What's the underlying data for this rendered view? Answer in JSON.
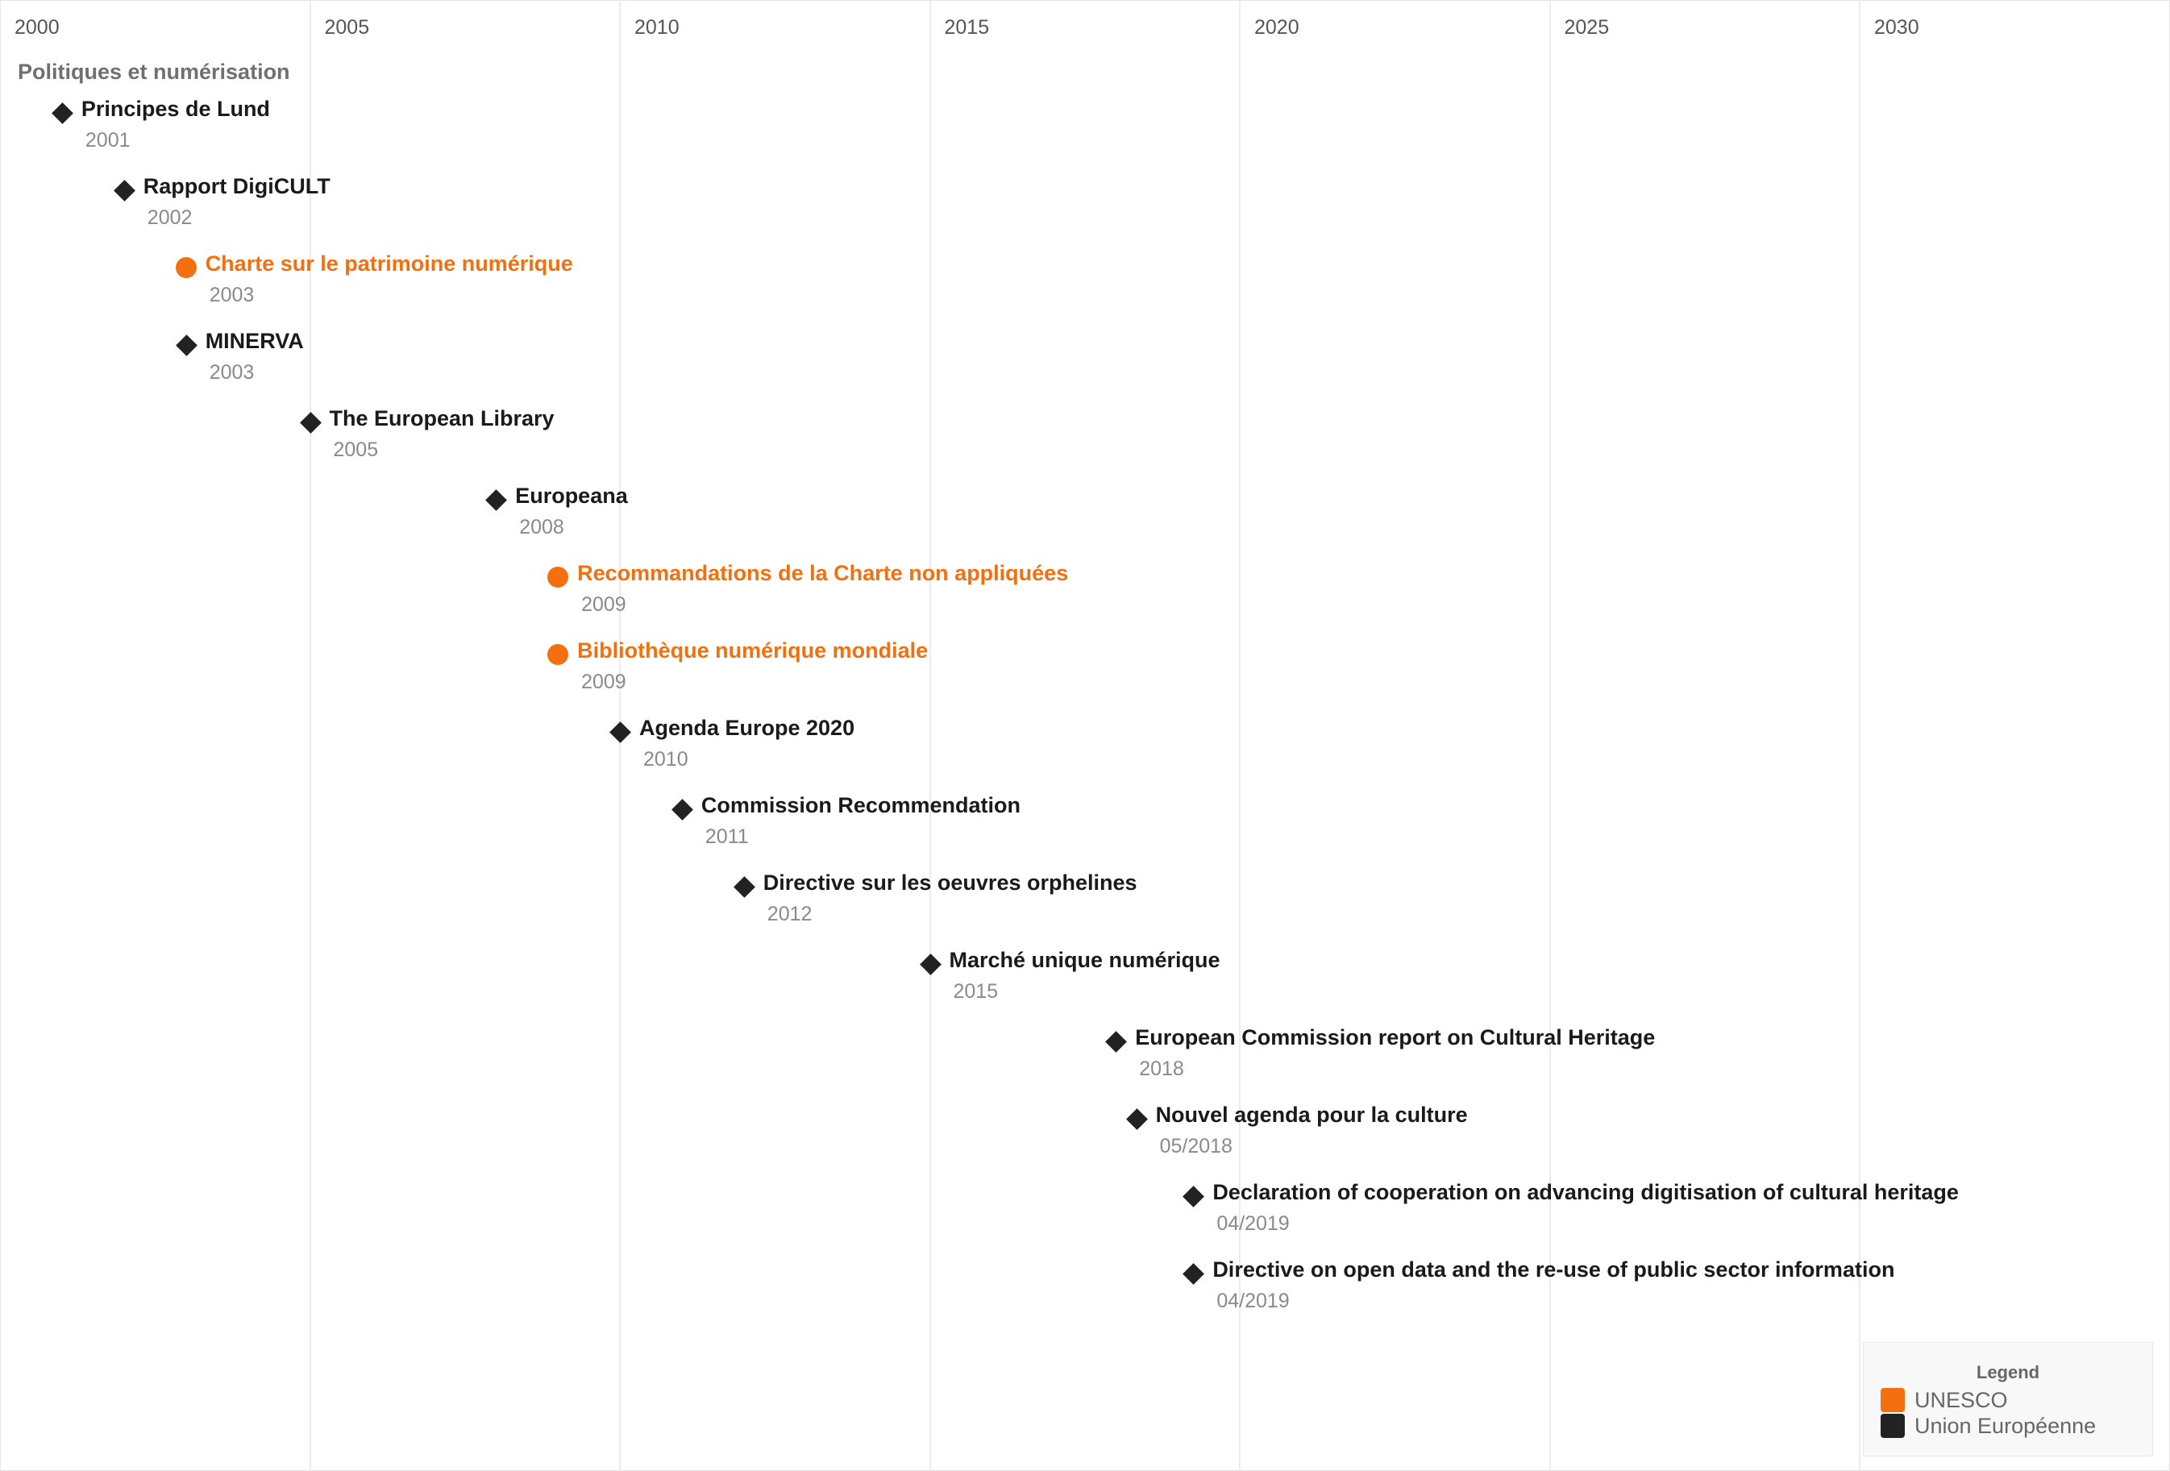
{
  "section_title": "Politiques et numérisation",
  "colors": {
    "unesco": "#f4700f",
    "eu": "#222222",
    "grid": "#ececec"
  },
  "chart_data": {
    "type": "timeline",
    "x_axis": {
      "ticks": [
        "2000",
        "2005",
        "2010",
        "2015",
        "2020",
        "2025",
        "2030"
      ],
      "range": [
        2000,
        2035
      ]
    },
    "events": [
      {
        "title": "Principes de Lund",
        "date": "2001",
        "year": 2001,
        "category": "Union Européenne",
        "marker": "diamond"
      },
      {
        "title": "Rapport DigiCULT",
        "date": "2002",
        "year": 2002,
        "category": "Union Européenne",
        "marker": "diamond"
      },
      {
        "title": "Charte sur le patrimoine numérique",
        "date": "2003",
        "year": 2003,
        "category": "UNESCO",
        "marker": "dot"
      },
      {
        "title": "MINERVA",
        "date": "2003",
        "year": 2003,
        "category": "Union Européenne",
        "marker": "diamond"
      },
      {
        "title": "The European Library",
        "date": "2005",
        "year": 2005,
        "category": "Union Européenne",
        "marker": "diamond"
      },
      {
        "title": "Europeana",
        "date": "2008",
        "year": 2008,
        "category": "Union Européenne",
        "marker": "diamond"
      },
      {
        "title": "Recommandations de la Charte non appliquées",
        "date": "2009",
        "year": 2009,
        "category": "UNESCO",
        "marker": "dot"
      },
      {
        "title": "Bibliothèque numérique mondiale",
        "date": "2009",
        "year": 2009,
        "category": "UNESCO",
        "marker": "dot"
      },
      {
        "title": "Agenda Europe 2020",
        "date": "2010",
        "year": 2010,
        "category": "Union Européenne",
        "marker": "diamond"
      },
      {
        "title": "Commission Recommendation",
        "date": "2011",
        "year": 2011,
        "category": "Union Européenne",
        "marker": "diamond"
      },
      {
        "title": "Directive sur les oeuvres orphelines",
        "date": "2012",
        "year": 2012,
        "category": "Union Européenne",
        "marker": "diamond"
      },
      {
        "title": "Marché unique numérique",
        "date": "2015",
        "year": 2015,
        "category": "Union Européenne",
        "marker": "diamond"
      },
      {
        "title": "European Commission report on Cultural Heritage",
        "date": "2018",
        "year": 2018,
        "category": "Union Européenne",
        "marker": "diamond"
      },
      {
        "title": "Nouvel agenda pour la culture",
        "date": "05/2018",
        "year": 2018.33,
        "category": "Union Européenne",
        "marker": "diamond"
      },
      {
        "title": "Declaration of cooperation on advancing digitisation of cultural heritage",
        "date": "04/2019",
        "year": 2019.25,
        "category": "Union Européenne",
        "marker": "diamond"
      },
      {
        "title": "Directive on open data and the re-use of public sector information",
        "date": "04/2019",
        "year": 2019.25,
        "category": "Union Européenne",
        "marker": "diamond"
      }
    ]
  },
  "legend": {
    "title": "Legend",
    "items": [
      {
        "label": "UNESCO",
        "color": "#f4700f"
      },
      {
        "label": "Union Européenne",
        "color": "#222222"
      }
    ]
  }
}
